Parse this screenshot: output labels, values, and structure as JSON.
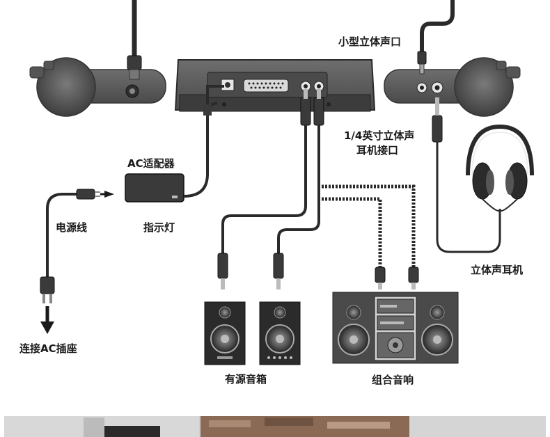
{
  "labels": {
    "mini_stereo_jack": "小型立体声口",
    "quarter_inch_jack_line1": "1/4英寸立体声",
    "quarter_inch_jack_line2": "耳机接口",
    "ac_adapter": "AC适配器",
    "power_cord": "电源线",
    "indicator_light": "指示灯",
    "connect_ac_outlet": "连接AC插座",
    "stereo_headphones": "立体声耳机",
    "active_speakers": "有源音箱",
    "stereo_system": "组合音响"
  },
  "colors": {
    "device_body": "#5a5a5a",
    "device_dark": "#3a3a3a",
    "cable": "#2a2a2a",
    "arrow": "#1a1a1a",
    "speaker_cabinet": "#2b2b2b",
    "stereo_body": "#4a4a4a",
    "photo_wood": "#8a6a55",
    "photo_wall": "#cfcfcf"
  }
}
